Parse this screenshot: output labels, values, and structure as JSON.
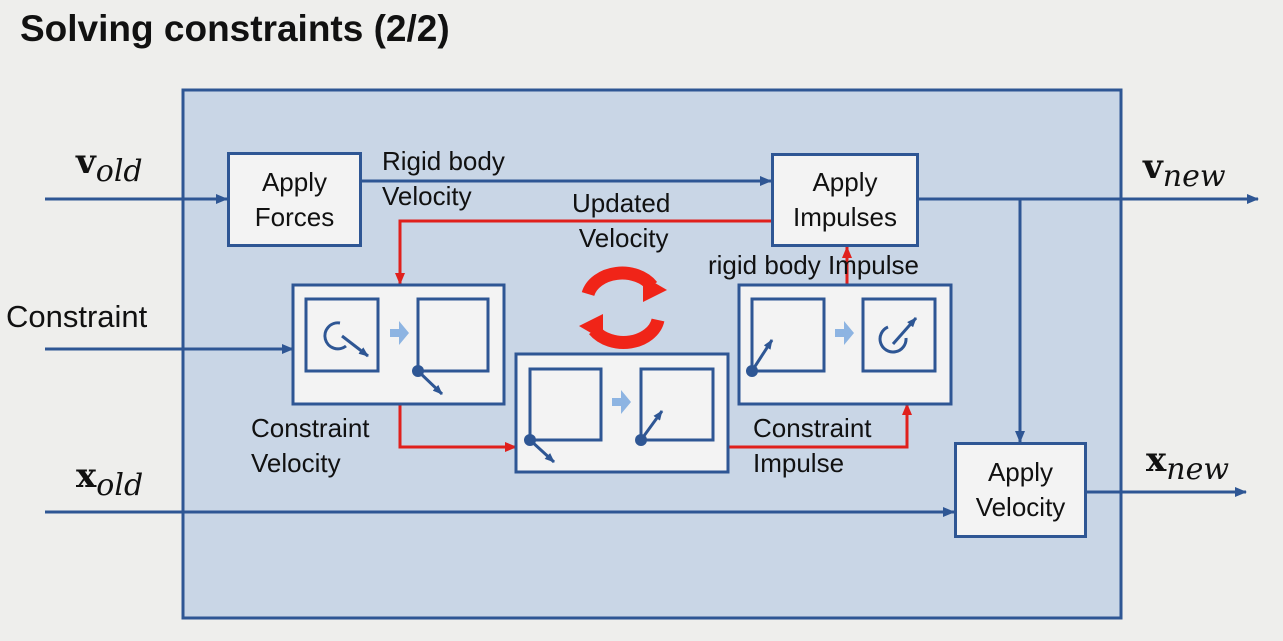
{
  "title": "Solving constraints (2/2)",
  "inputs": {
    "v_old": {
      "symbol": "v",
      "subscript": "old"
    },
    "constraint": "Constraint",
    "x_old": {
      "symbol": "x",
      "subscript": "old"
    }
  },
  "outputs": {
    "v_new": {
      "symbol": "v",
      "subscript": "new"
    },
    "x_new": {
      "symbol": "x",
      "subscript": "new"
    }
  },
  "boxes": {
    "apply_forces": {
      "line1": "Apply",
      "line2": "Forces"
    },
    "apply_impulses": {
      "line1": "Apply",
      "line2": "Impulses"
    },
    "apply_velocity": {
      "line1": "Apply",
      "line2": "Velocity"
    }
  },
  "edge_labels": {
    "rigid_body_velocity": {
      "line1": "Rigid body",
      "line2": "Velocity"
    },
    "updated_velocity": {
      "line1": "Updated",
      "line2": "Velocity"
    },
    "rigid_body_impulse": "rigid body Impulse",
    "constraint_velocity": {
      "line1": "Constraint",
      "line2": "Velocity"
    },
    "constraint_impulse": {
      "line1": "Constraint",
      "line2": "Impulse"
    }
  },
  "colors": {
    "flow_arrow": "#2e5694",
    "loop_arrow": "#e0201c",
    "panel_fill": "#c9d6e6",
    "box_border": "#2e5694"
  }
}
